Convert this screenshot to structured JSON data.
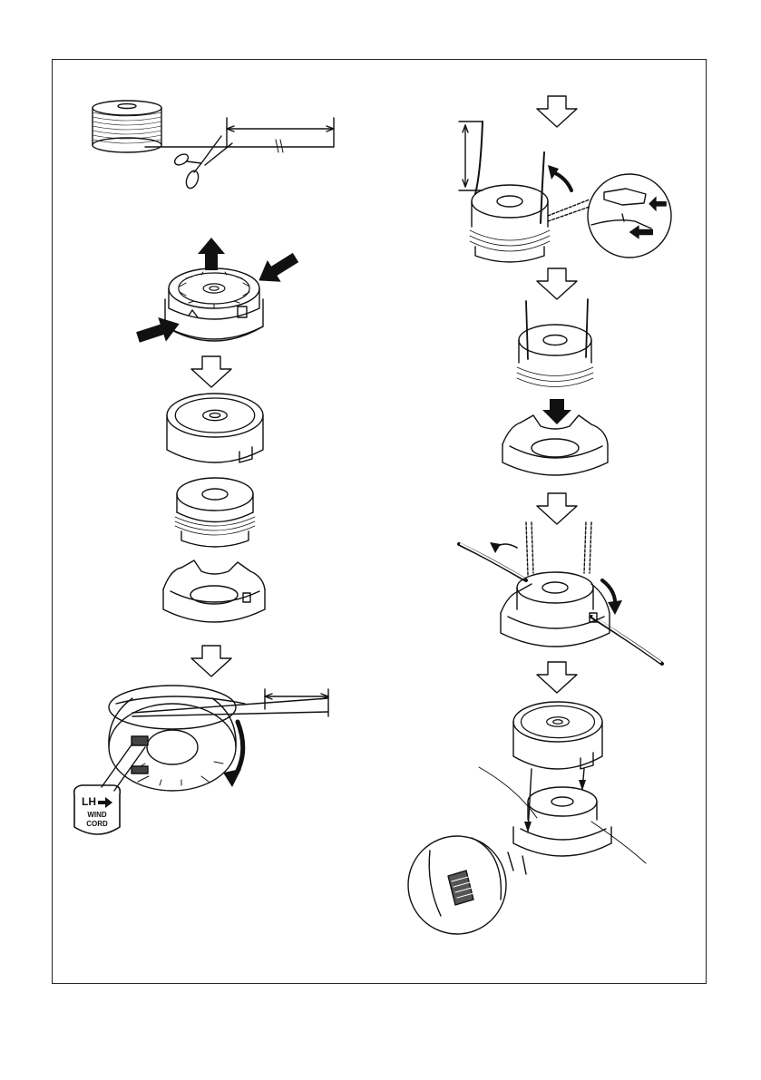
{
  "page": {
    "frame_color": "#222222",
    "stroke_color": "#111111"
  },
  "wind_label": {
    "direction": "LH",
    "line1": "WIND",
    "line2": "CORD",
    "icon": "arrow-right-icon"
  },
  "icons": {
    "step_arrow": "hollow-down-arrow-icon",
    "press_arrow": "solid-arrow-icon",
    "rotate_arrow": "curved-arrow-icon",
    "cut_tool": "scissors-icon",
    "line_spool": "line-spool-icon",
    "magnifier": "detail-callout-icon"
  }
}
